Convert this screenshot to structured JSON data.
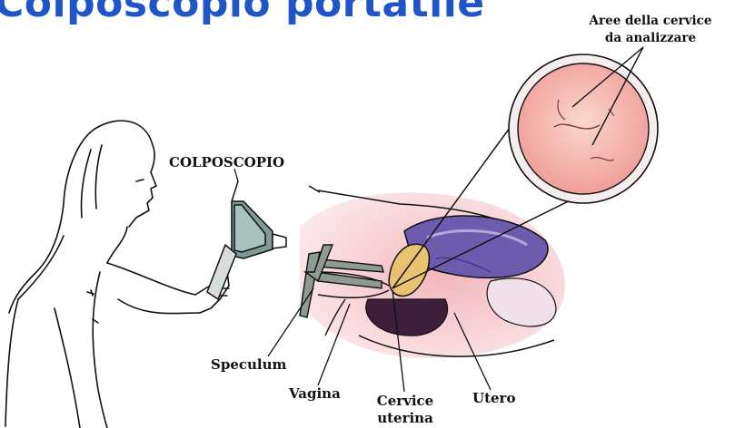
{
  "title": "Colposcopio  portatile",
  "labels": {
    "colposcope": "COLPOSCOPIO",
    "cervix_areas_line1": "Aree della cervice",
    "cervix_areas_line2": "da analizzare",
    "speculum": "Speculum",
    "vagina": "Vagina",
    "cervix_line1": "Cervice",
    "cervix_line2": "uterina",
    "uterus": "Utero"
  },
  "colors": {
    "title": "#1f55c9",
    "tissue_pink": "#f3c3c8",
    "uterus_purple": "#6d5cae",
    "cervix_yellow": "#e8c270",
    "magnified_pink": "#f6c6bb",
    "line": "#111111"
  }
}
